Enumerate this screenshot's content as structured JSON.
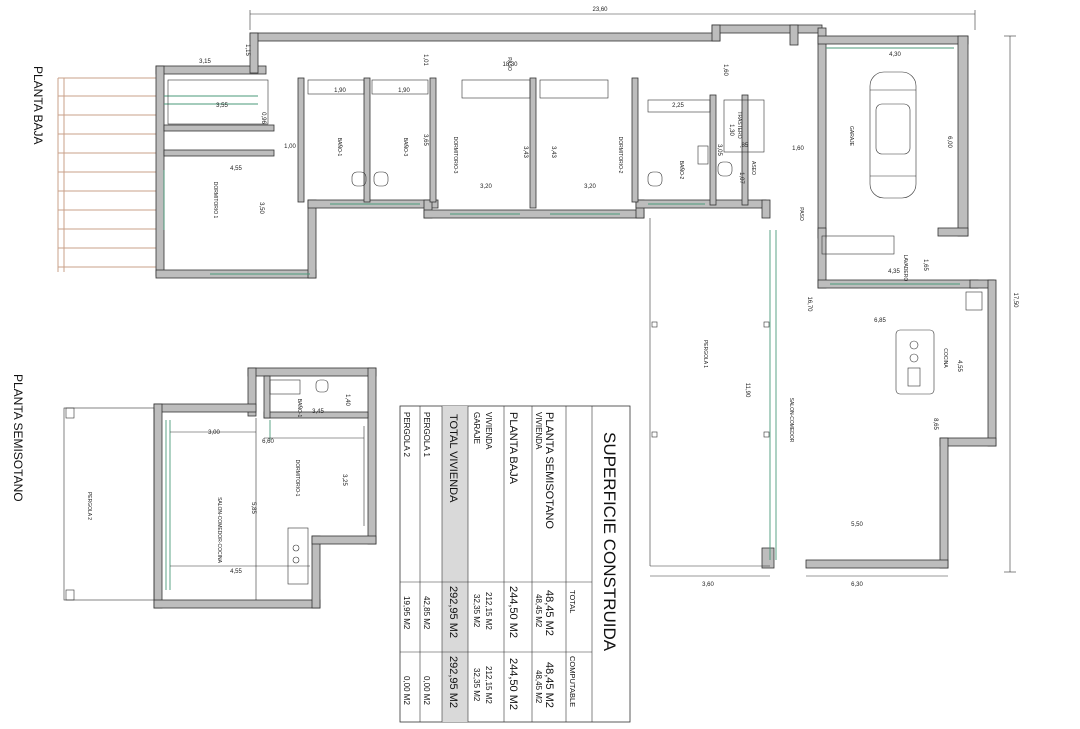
{
  "titles": {
    "planta_baja": "PLANTA BAJA",
    "planta_semisotano": "PLANTA SEMISOTANO"
  },
  "ground_floor": {
    "dims": {
      "overall_width": "23,60",
      "overall_height": "17,50",
      "top_inner": "18,30",
      "pergola_w": "3,15",
      "d_115": "1,15",
      "d_355": "3,55",
      "d_096": "0,96",
      "d_100": "1,00",
      "d_455": "4,55",
      "d_350": "3,50",
      "d_190a": "1,90",
      "d_190b": "1,90",
      "d_365": "3,65",
      "d_101": "1,01",
      "d_343a": "3,43",
      "d_343b": "3,43",
      "d_320a": "3,20",
      "d_320b": "3,20",
      "d_225": "2,25",
      "d_160": "1,60",
      "d_160b": "1,60",
      "d_085": ",85",
      "d_305": "3,05",
      "d_130": "1,30",
      "d_107": "1,07",
      "d_430": "4,30",
      "d_600": "6,00",
      "d_435": "4,35",
      "d_165": "1,65",
      "d_1670": "16,70",
      "d_685": "6,85",
      "d_455b": "4,55",
      "d_865": "8,65",
      "d_1190": "11,90",
      "d_550": "5,50",
      "d_360": "3,60",
      "d_630": "6,30"
    },
    "rooms": {
      "dormitorio_1": "DORMITORIO 1",
      "bano_1": "BAÑO-1",
      "bano_3": "BAÑO-3",
      "dormitorio_3": "DORMITORIO-3",
      "dormitorio_2": "DORMITORIO-2",
      "bano_2": "BAÑO-2",
      "trastero": "TRASTERO",
      "aseo": "ASEO",
      "garaje": "GARAJE",
      "lavadero": "LAVADERO",
      "cocina": "COCINA",
      "salon": "SALON-COMEDOR",
      "pergola_1": "PERGOLA 1",
      "paso_top": "PASO",
      "paso_side": "PASO"
    }
  },
  "basement": {
    "dims": {
      "d_300": "3,00",
      "d_660": "6,60",
      "d_345": "3,45",
      "d_140": "1,40",
      "d_325": "3,25",
      "d_585": "5,85",
      "d_455": "4,55"
    },
    "rooms": {
      "pergola_2": "PERGOLA 2",
      "bano_1": "BAÑO-1",
      "dormitorio_1": "DORMITORIO-1",
      "salon": "SALON-COMEDOR-COCINA"
    }
  },
  "table": {
    "title": "SUPERFICIE CONSTRUIDA",
    "col_total": "TOTAL",
    "col_computable": "COMPUTABLE",
    "rows": [
      {
        "label": "PLANTA SEMISOTANO",
        "total": "48,45 M2",
        "computable": "48,45 M2",
        "style": "big"
      },
      {
        "label": "VIVIENDA",
        "total": "48,45 M2",
        "computable": "48,45 M2",
        "style": "med"
      },
      {
        "label": "PLANTA BAJA",
        "total": "244,50 M2",
        "computable": "244,50 M2",
        "style": "big"
      },
      {
        "label": "VIVIENDA",
        "total": "212,15 M2",
        "computable": "212,15 M2",
        "style": "med"
      },
      {
        "label": "GARAJE",
        "total": "32,35 M2",
        "computable": "32,35 M2",
        "style": "med"
      },
      {
        "label": "TOTAL VIVIENDA",
        "total": "292,95 M2",
        "computable": "292,95 M2",
        "style": "big"
      },
      {
        "label": "PERGOLA 1",
        "total": "42,85 M2",
        "computable": "0,00 M2",
        "style": "med"
      },
      {
        "label": "PERGOLA 2",
        "total": "19,95 M2",
        "computable": "0,00 M2",
        "style": "med"
      }
    ]
  }
}
